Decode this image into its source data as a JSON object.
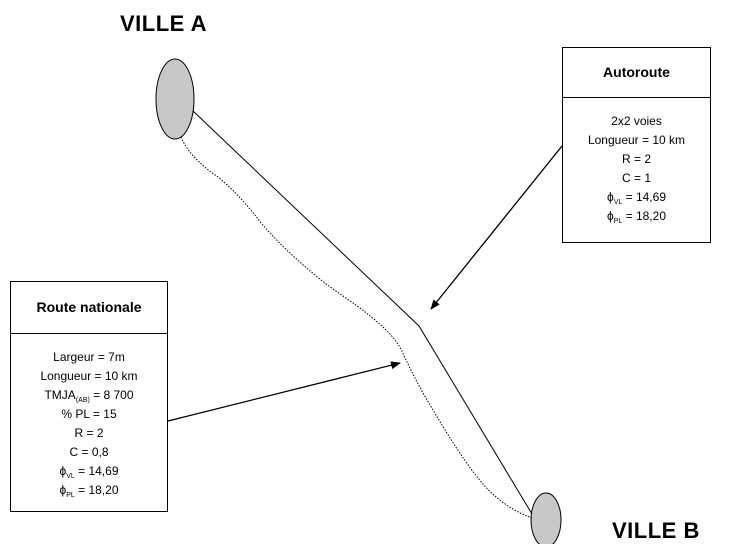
{
  "cities": {
    "a": "VILLE  A",
    "b": "VILLE  B"
  },
  "autoroute": {
    "title": "Autoroute",
    "lines": [
      {
        "pre": "2x2 voies",
        "sub": "",
        "post": ""
      },
      {
        "pre": "Longueur = 10 km",
        "sub": "",
        "post": ""
      },
      {
        "pre": "R = 2",
        "sub": "",
        "post": ""
      },
      {
        "pre": "C = 1",
        "sub": "",
        "post": ""
      },
      {
        "pre": "ϕ",
        "sub": "VL",
        "post": " = 14,69"
      },
      {
        "pre": "ϕ",
        "sub": "PL",
        "post": " = 18,20"
      }
    ]
  },
  "route_nationale": {
    "title": "Route nationale",
    "lines": [
      {
        "pre": "Largeur = 7m",
        "sub": "",
        "post": ""
      },
      {
        "pre": "Longueur = 10 km",
        "sub": "",
        "post": ""
      },
      {
        "pre": "TMJA",
        "sub": "(AB)",
        "post": " = 8 700"
      },
      {
        "pre": "% PL = 15",
        "sub": "",
        "post": ""
      },
      {
        "pre": "R = 2",
        "sub": "",
        "post": ""
      },
      {
        "pre": "C = 0,8",
        "sub": "",
        "post": ""
      },
      {
        "pre": "ϕ",
        "sub": "VL",
        "post": " = 14,69"
      },
      {
        "pre": "ϕ",
        "sub": "PL",
        "post": " = 18,20"
      }
    ]
  },
  "colors": {
    "city_fill": "#c8c8c8",
    "stroke": "#000000"
  }
}
